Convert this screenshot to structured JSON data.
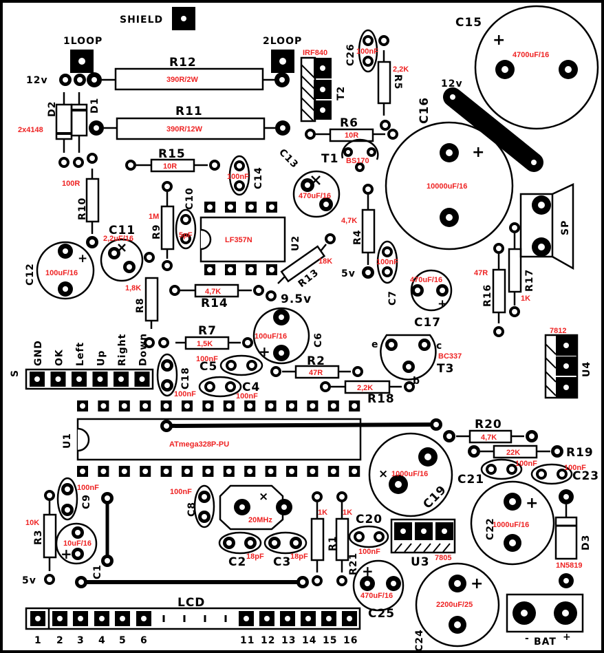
{
  "board": {
    "title": "PCB silkscreen layout",
    "colors": {
      "silkscreen": "#000000",
      "values": "#ee2222",
      "background": "#ffffff"
    }
  },
  "labels": {
    "shield": "SHIELD",
    "loop1": "1LOOP",
    "loop2": "2LOOP",
    "v12_a": "12v",
    "v12_b": "12v",
    "v5_a": "5v",
    "v5_b": "5v",
    "v5_c": "5v",
    "v9_5": "9.5v",
    "lcd": "LCD",
    "bat": "BAT",
    "bat_minus": "-",
    "bat_plus": "+",
    "s": "S",
    "sp": "SP"
  },
  "buttons_header": [
    "GND",
    "OK",
    "Left",
    "Up",
    "Right",
    "Down"
  ],
  "lcd_pins": [
    "1",
    "2",
    "3",
    "4",
    "5",
    "6",
    "11",
    "12",
    "13",
    "14",
    "15",
    "16"
  ],
  "components": {
    "R12": {
      "ref": "R12",
      "value": "390R/2W"
    },
    "R11": {
      "ref": "R11",
      "value": "390R/12W"
    },
    "R15": {
      "ref": "R15",
      "value": "10R"
    },
    "R10": {
      "ref": "R10",
      "value": "100R"
    },
    "R9": {
      "ref": "R9",
      "value": "1M"
    },
    "R8": {
      "ref": "R8",
      "value": "1,8K"
    },
    "R14": {
      "ref": "R14",
      "value": "4,7K"
    },
    "R13": {
      "ref": "R13",
      "value": "18K"
    },
    "R7": {
      "ref": "R7",
      "value": "1,5K"
    },
    "R6": {
      "ref": "R6",
      "value": "10R"
    },
    "R5": {
      "ref": "R5",
      "value": "2,2K"
    },
    "R4": {
      "ref": "R4",
      "value": "4,7K"
    },
    "R2": {
      "ref": "R2",
      "value": "47R"
    },
    "R18": {
      "ref": "R18",
      "value": "2,2K"
    },
    "R16": {
      "ref": "R16",
      "value": "47R"
    },
    "R17": {
      "ref": "R17",
      "value": "1K"
    },
    "R20": {
      "ref": "R20",
      "value": "4,7K"
    },
    "R19": {
      "ref": "R19",
      "value": "22K"
    },
    "R3": {
      "ref": "R3",
      "value": "10K"
    },
    "R1": {
      "ref": "R1",
      "value": "1K"
    },
    "R21": {
      "ref": "R21",
      "value": "1K"
    },
    "D1": {
      "ref": "D1"
    },
    "D2": {
      "ref": "D2",
      "value": "2x4148"
    },
    "D3": {
      "ref": "D3",
      "value": "1N5819"
    },
    "C15": {
      "ref": "C15",
      "value": "4700uF/16"
    },
    "C16": {
      "ref": "C16",
      "value": "10000uF/16"
    },
    "C26": {
      "ref": "C26",
      "value": "100nF"
    },
    "C14": {
      "ref": "C14",
      "value": "100nF"
    },
    "C13": {
      "ref": "C13",
      "value": "470uF/16"
    },
    "C10": {
      "ref": "C10",
      "value": "5pF"
    },
    "C11": {
      "ref": "C11",
      "value": "2,2uF/16"
    },
    "C12": {
      "ref": "C12",
      "value": "100uF/16"
    },
    "C7": {
      "ref": "C7",
      "value": "100nF"
    },
    "C17": {
      "ref": "C17",
      "value": "470uF/16"
    },
    "C6": {
      "ref": "C6",
      "value": "100uF/16"
    },
    "C18": {
      "ref": "C18",
      "value": "100nF"
    },
    "C5": {
      "ref": "C5",
      "value": "100nF"
    },
    "C4": {
      "ref": "C4",
      "value": "100nF"
    },
    "C9": {
      "ref": "C9",
      "value": "100nF"
    },
    "C1": {
      "ref": "C1",
      "value": "10uF/16"
    },
    "C8": {
      "ref": "C8",
      "value": "100nF"
    },
    "C2": {
      "ref": "C2",
      "value": "18pF"
    },
    "C3": {
      "ref": "C3",
      "value": "18pF"
    },
    "C20": {
      "ref": "C20",
      "value": "100nF"
    },
    "C19": {
      "ref": "C19",
      "value": "1000uF/16"
    },
    "C21": {
      "ref": "C21",
      "value": "100nF"
    },
    "C23": {
      "ref": "C23",
      "value": "100nF"
    },
    "C22": {
      "ref": "C22",
      "value": "1000uF/16"
    },
    "C25": {
      "ref": "C25",
      "value": "470uF/16"
    },
    "C24": {
      "ref": "C24",
      "value": "2200uF/25"
    },
    "T1": {
      "ref": "T1",
      "value": "BS170"
    },
    "T2": {
      "ref": "T2",
      "value": "IRF840"
    },
    "T3": {
      "ref": "T3",
      "value": "BC337",
      "pins": [
        "e",
        "c",
        "b"
      ]
    },
    "U1": {
      "ref": "U1",
      "value": "ATmega328P-PU"
    },
    "U2": {
      "ref": "U2",
      "value": "LF357N"
    },
    "U3": {
      "ref": "U3",
      "value": "7805"
    },
    "U4": {
      "ref": "U4",
      "value": "7812"
    },
    "X1": {
      "value": "20MHz"
    }
  }
}
